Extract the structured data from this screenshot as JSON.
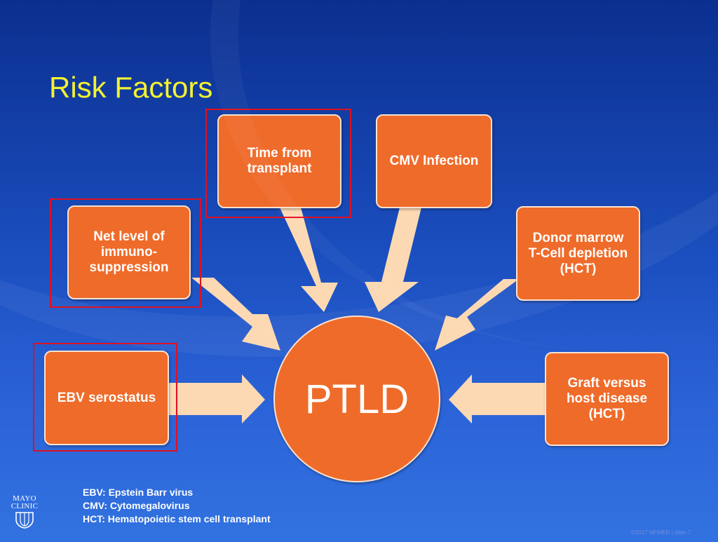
{
  "title": "Risk Factors",
  "center_label": "PTLD",
  "factors": {
    "time": "Time from\ntransplant",
    "cmv": "CMV Infection",
    "immuno": "Net level of\nimmuno-\nsuppression",
    "donor": "Donor marrow\nT-Cell depletion\n(HCT)",
    "ebv": "EBV serostatus",
    "gvhd": "Graft versus\nhost disease\n(HCT)"
  },
  "abbreviations": [
    "EBV: Epstein Barr virus",
    "CMV: Cytomegalovirus",
    "HCT: Hematopoietic stem cell transplant"
  ],
  "logo": {
    "lines": [
      "MAYO",
      "CLINIC"
    ],
    "icon": "mayo-shield-icon"
  },
  "copyright": "©2017 MFMER  |  slide-7",
  "colors": {
    "background": "#1a4dbd",
    "box_fill": "#ef6b2a",
    "box_border": "#fbe2cf",
    "arrow": "#fcd9b3",
    "title": "#f4f230",
    "highlight": "#e01020"
  }
}
